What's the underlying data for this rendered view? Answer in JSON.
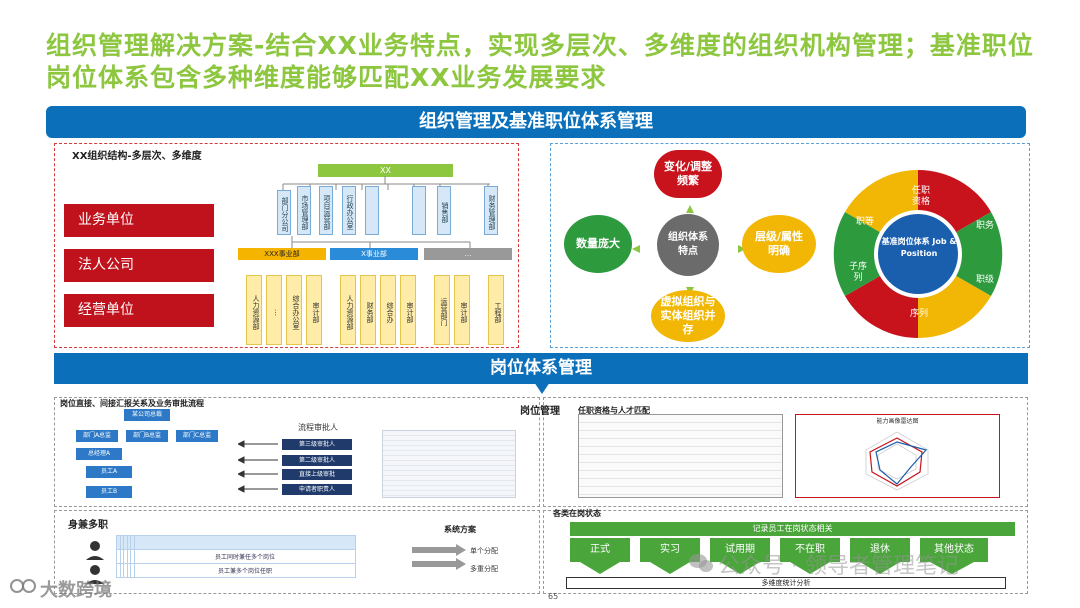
{
  "title": "组织管理解决方案-结合XX业务特点，实现多层次、多维度的组织机构管理；基准职位岗位体系包含多种维度能够匹配XX业务发展要求",
  "band_top": "组织管理及基准职位体系管理",
  "band_bottom": "岗位体系管理",
  "left_panel": {
    "label": "XX组织结构-多层次、多维度",
    "units": [
      "业务单位",
      "法人公司",
      "经营单位"
    ],
    "org_root": "XX",
    "org_columns": [
      "部门分公司",
      "市场管理部",
      "项目运营部",
      "行政办公室",
      "",
      "",
      "销售部",
      "财务管理部"
    ],
    "org_mid": [
      "XXX事业部",
      "X事业部",
      "…"
    ],
    "org_leaves_a": [
      "人力资源部",
      "…",
      "综合办公室",
      "审计部"
    ],
    "org_leaves_b": [
      "人力资源部",
      "财务部",
      "综合办",
      "审计部"
    ],
    "org_leaves_c": [
      "运营部门",
      "审计部",
      "工程部"
    ]
  },
  "right_panel": {
    "center": "组织体系特点",
    "top": "变化/调整频繁",
    "left": "数量庞大",
    "right": "层级/属性明确",
    "bottom": "虚拟组织与实体组织并存",
    "wheel_center": "基准岗位体系 Job & Position",
    "wheel_segments": [
      "任职资格",
      "职务",
      "职级",
      "序列",
      "子序列",
      "职等"
    ],
    "colors": {
      "red": "#c8121c",
      "green": "#2e9a3e",
      "yellow": "#f2b705",
      "gray": "#6b6b6b",
      "blue": "#1a5fae"
    }
  },
  "bottom": {
    "label_flow": "岗位直接、间接汇报关系及业务审批流程",
    "label_post_mgmt": "岗位管理",
    "label_match": "任职资格与人才匹配",
    "radar_title": "能力画像雷达图",
    "label_concurrent": "身兼多职",
    "label_plan": "系统方案",
    "plan_items": [
      "单个分配",
      "多重分配"
    ],
    "label_status": "各类在岗状态",
    "status_header": "记录员工在岗状态相关",
    "statuses": [
      "正式",
      "实习",
      "试用期",
      "不在职",
      "退休",
      "其他状态"
    ],
    "status_footer": "多维度统计分析",
    "approver_title": "流程审批人",
    "approvers": [
      "第三级审批人",
      "第二级审批人",
      "直接上级审批",
      "申请者职责人"
    ],
    "flow_boxes": [
      "某公司总裁",
      "部门A总监",
      "部门B总监",
      "部门C总监",
      "总经理A",
      "员工A",
      "员工B"
    ],
    "table_rows": [
      "员工同时兼任多个岗位",
      "员工兼多个岗位任职"
    ],
    "page_number": "65",
    "watermark": "公众号 · 领导者管理笔记",
    "logo_text": "大数跨境"
  }
}
